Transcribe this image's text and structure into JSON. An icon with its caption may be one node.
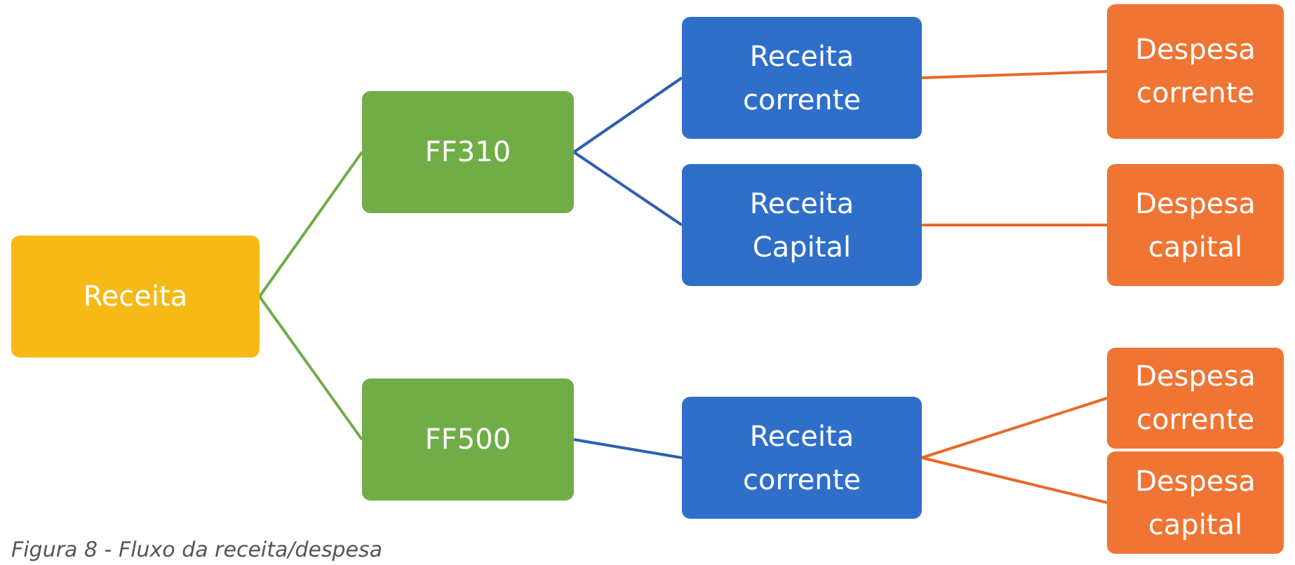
{
  "diagram": {
    "caption": "Figura 8 - Fluxo da receita/despesa",
    "nodes": [
      {
        "text": [
          "Receita"
        ]
      },
      {
        "text": [
          "FF310"
        ]
      },
      {
        "text": [
          "FF500"
        ]
      },
      {
        "text": [
          "Receita corrente"
        ]
      },
      {
        "text": [
          "Receita Capital"
        ]
      },
      {
        "text": [
          "Receita corrente"
        ]
      },
      {
        "text": [
          "Despesa corrente"
        ]
      },
      {
        "text": [
          "Despesa capital"
        ]
      },
      {
        "text": [
          "Despesa corrente"
        ]
      },
      {
        "text": [
          "Despesa capital"
        ]
      }
    ],
    "edges": [
      {
        "from": 0,
        "to": 1,
        "arrow": "none",
        "color": "#70ad47"
      },
      {
        "from": 0,
        "to": 2,
        "arrow": "none",
        "color": "#70ad47"
      },
      {
        "from": 1,
        "to": 3,
        "arrow": "none",
        "color": "#2f5fb3"
      },
      {
        "from": 1,
        "to": 4,
        "arrow": "none",
        "color": "#2f5fb3"
      },
      {
        "from": 2,
        "to": 5,
        "arrow": "none",
        "color": "#2f5fb3"
      },
      {
        "from": 3,
        "to": 6,
        "arrow": "none",
        "color": "#e8692a"
      },
      {
        "from": 4,
        "to": 7,
        "arrow": "none",
        "color": "#e8692a"
      },
      {
        "from": 5,
        "to": 8,
        "arrow": "none",
        "color": "#e8692a"
      },
      {
        "from": 5,
        "to": 9,
        "arrow": "none",
        "color": "#e8692a"
      }
    ]
  }
}
